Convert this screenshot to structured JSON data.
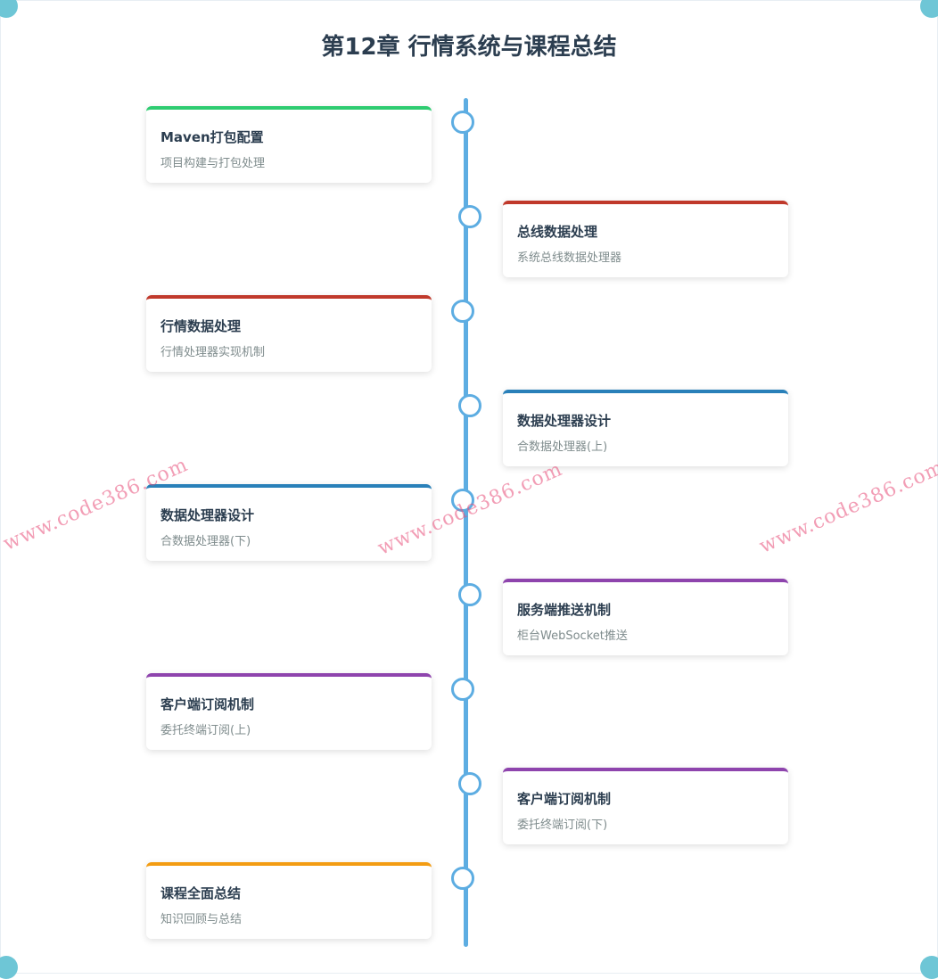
{
  "title": "第12章 行情系统与课程总结",
  "accent_axis_color": "#5dade2",
  "items": [
    {
      "title": "Maven打包配置",
      "subtitle": "项目构建与打包处理",
      "side": "left",
      "color": "#2ecc71"
    },
    {
      "title": "总线数据处理",
      "subtitle": "系统总线数据处理器",
      "side": "right",
      "color": "#c0392b"
    },
    {
      "title": "行情数据处理",
      "subtitle": "行情处理器实现机制",
      "side": "left",
      "color": "#c0392b"
    },
    {
      "title": "数据处理器设计",
      "subtitle": "合数据处理器(上)",
      "side": "right",
      "color": "#2980b9"
    },
    {
      "title": "数据处理器设计",
      "subtitle": "合数据处理器(下)",
      "side": "left",
      "color": "#2980b9"
    },
    {
      "title": "服务端推送机制",
      "subtitle": "柜台WebSocket推送",
      "side": "right",
      "color": "#8e44ad"
    },
    {
      "title": "客户端订阅机制",
      "subtitle": "委托终端订阅(上)",
      "side": "left",
      "color": "#8e44ad"
    },
    {
      "title": "客户端订阅机制",
      "subtitle": "委托终端订阅(下)",
      "side": "right",
      "color": "#8e44ad"
    },
    {
      "title": "课程全面总结",
      "subtitle": "知识回顾与总结",
      "side": "left",
      "color": "#f39c12"
    }
  ],
  "watermarks": [
    "www.code386.com",
    "www.code386.com",
    "www.code386.com"
  ]
}
